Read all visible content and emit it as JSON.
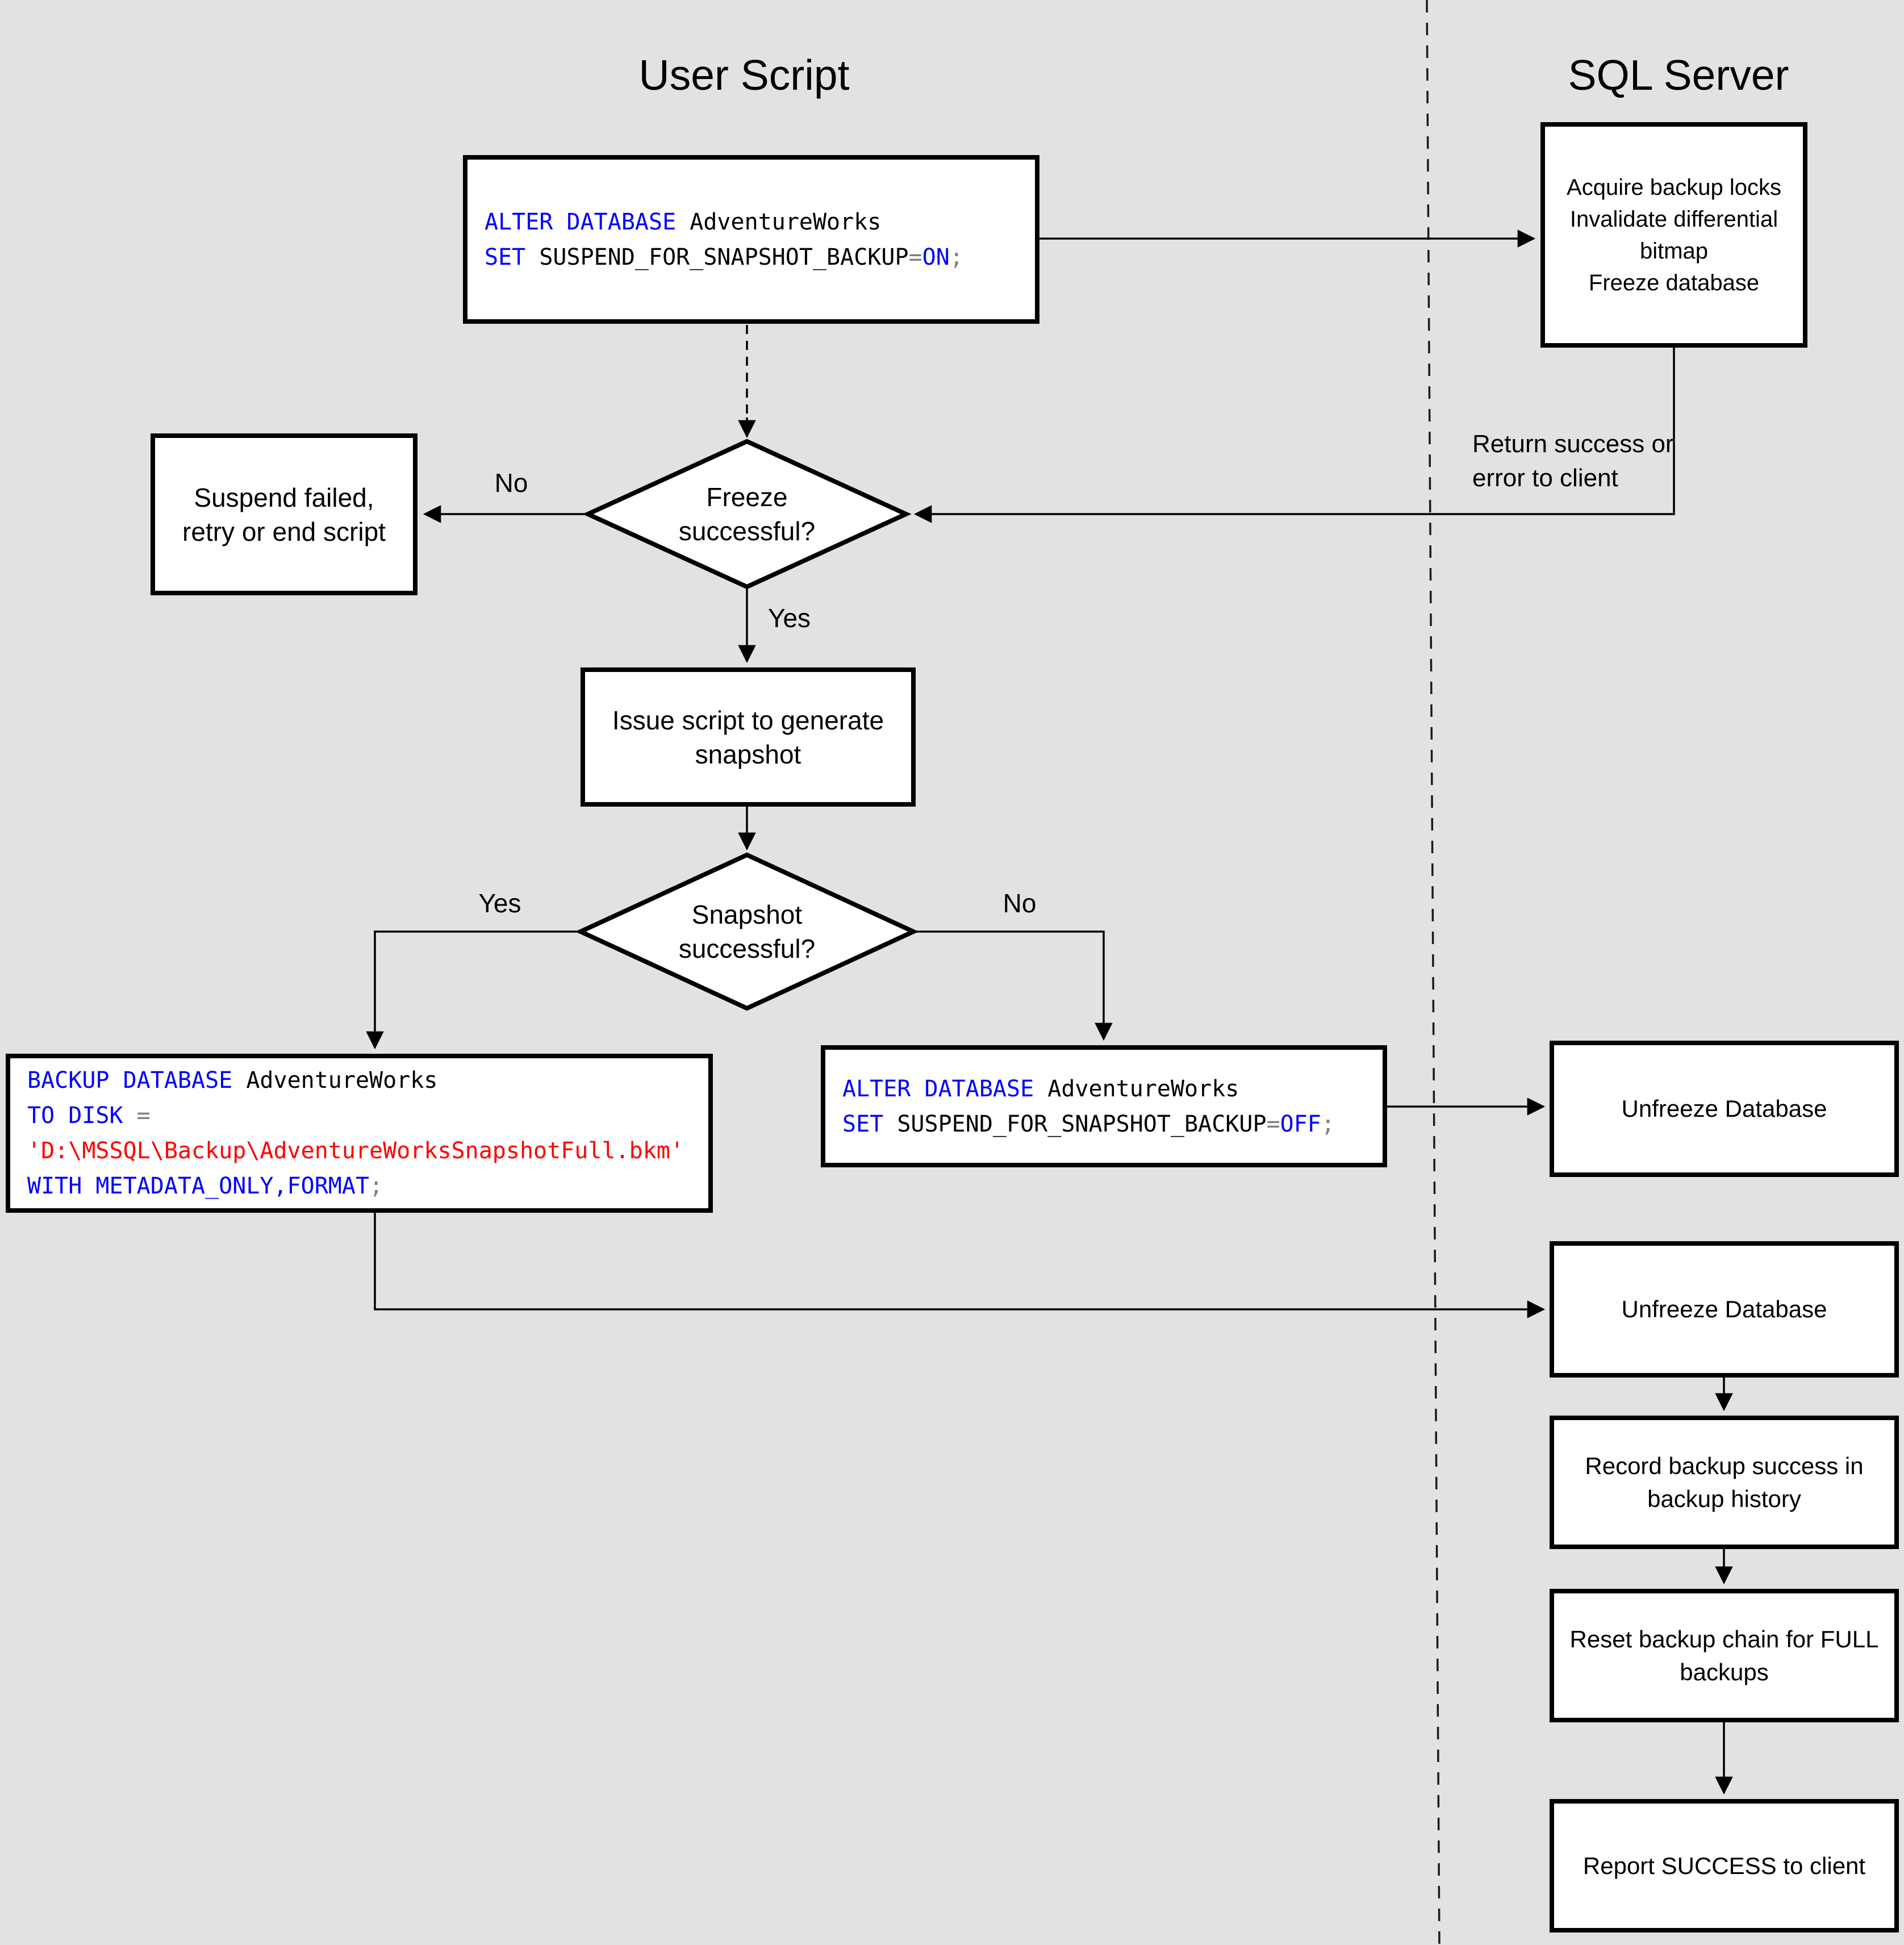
{
  "titles": {
    "user_script": "User Script",
    "sql_server": "SQL Server"
  },
  "nodes": {
    "acquire": "Acquire backup locks\nInvalidate differential\nbitmap\nFreeze database",
    "suspend_failed": "Suspend failed,\nretry or end script",
    "freeze_question": "Freeze\nsuccessful?",
    "issue_script": "Issue script to generate\nsnapshot",
    "snapshot_question": "Snapshot\nsuccessful?",
    "unfreeze_1": "Unfreeze Database",
    "unfreeze_2": "Unfreeze Database",
    "record_history": "Record backup success in\nbackup history",
    "reset_chain": "Reset backup chain for FULL\nbackups",
    "report_success": "Report SUCCESS to client"
  },
  "decision_labels": {
    "freeze_no": "No",
    "freeze_yes": "Yes",
    "snapshot_yes": "Yes",
    "snapshot_no": "No"
  },
  "annotations": {
    "return_to_client": "Return success or\nerror to client"
  },
  "code": {
    "alter_on": {
      "l1_kw": "ALTER DATABASE",
      "l1_id": " AdventureWorks",
      "l2_kw": "SET",
      "l2_id": " SUSPEND_FOR_SNAPSHOT_BACKUP",
      "l2_op": "=",
      "l2_kw2": "ON",
      "l2_term": ";"
    },
    "backup_metadata": {
      "l1_kw": "BACKUP DATABASE",
      "l1_id": " AdventureWorks",
      "l2_kw": "TO DISK",
      "l2_op": " =",
      "l3_str": "'D:\\MSSQL\\Backup\\AdventureWorksSnapshotFull.bkm'",
      "l4_kw": "WITH METADATA_ONLY,FORMAT",
      "l4_term": ";"
    },
    "alter_off": {
      "l1_kw": "ALTER DATABASE",
      "l1_id": " AdventureWorks",
      "l2_kw": "SET",
      "l2_id": " SUSPEND_FOR_SNAPSHOT_BACKUP",
      "l2_op": "=",
      "l2_kw2": "OFF",
      "l2_term": ";"
    }
  },
  "colors": {
    "background": "#e2e2e2",
    "node_fill": "#ffffff",
    "node_border": "#000000",
    "connector": "#000000",
    "sql_keyword": "#0000ff",
    "sql_identifier": "#000000",
    "sql_operator": "#7f7f7f",
    "sql_string": "#ff0000"
  }
}
